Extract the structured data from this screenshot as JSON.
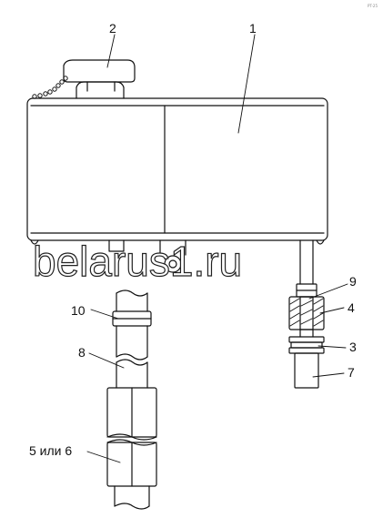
{
  "corner_mark": "PT-25",
  "watermark": "belarus1.ru",
  "labels": {
    "l1": "1",
    "l2": "2",
    "l3": "3",
    "l4": "4",
    "l5": "5 или 6",
    "l7": "7",
    "l8": "8",
    "l9": "9",
    "l10": "10"
  },
  "colors": {
    "line": "#111111",
    "background": "#ffffff"
  }
}
